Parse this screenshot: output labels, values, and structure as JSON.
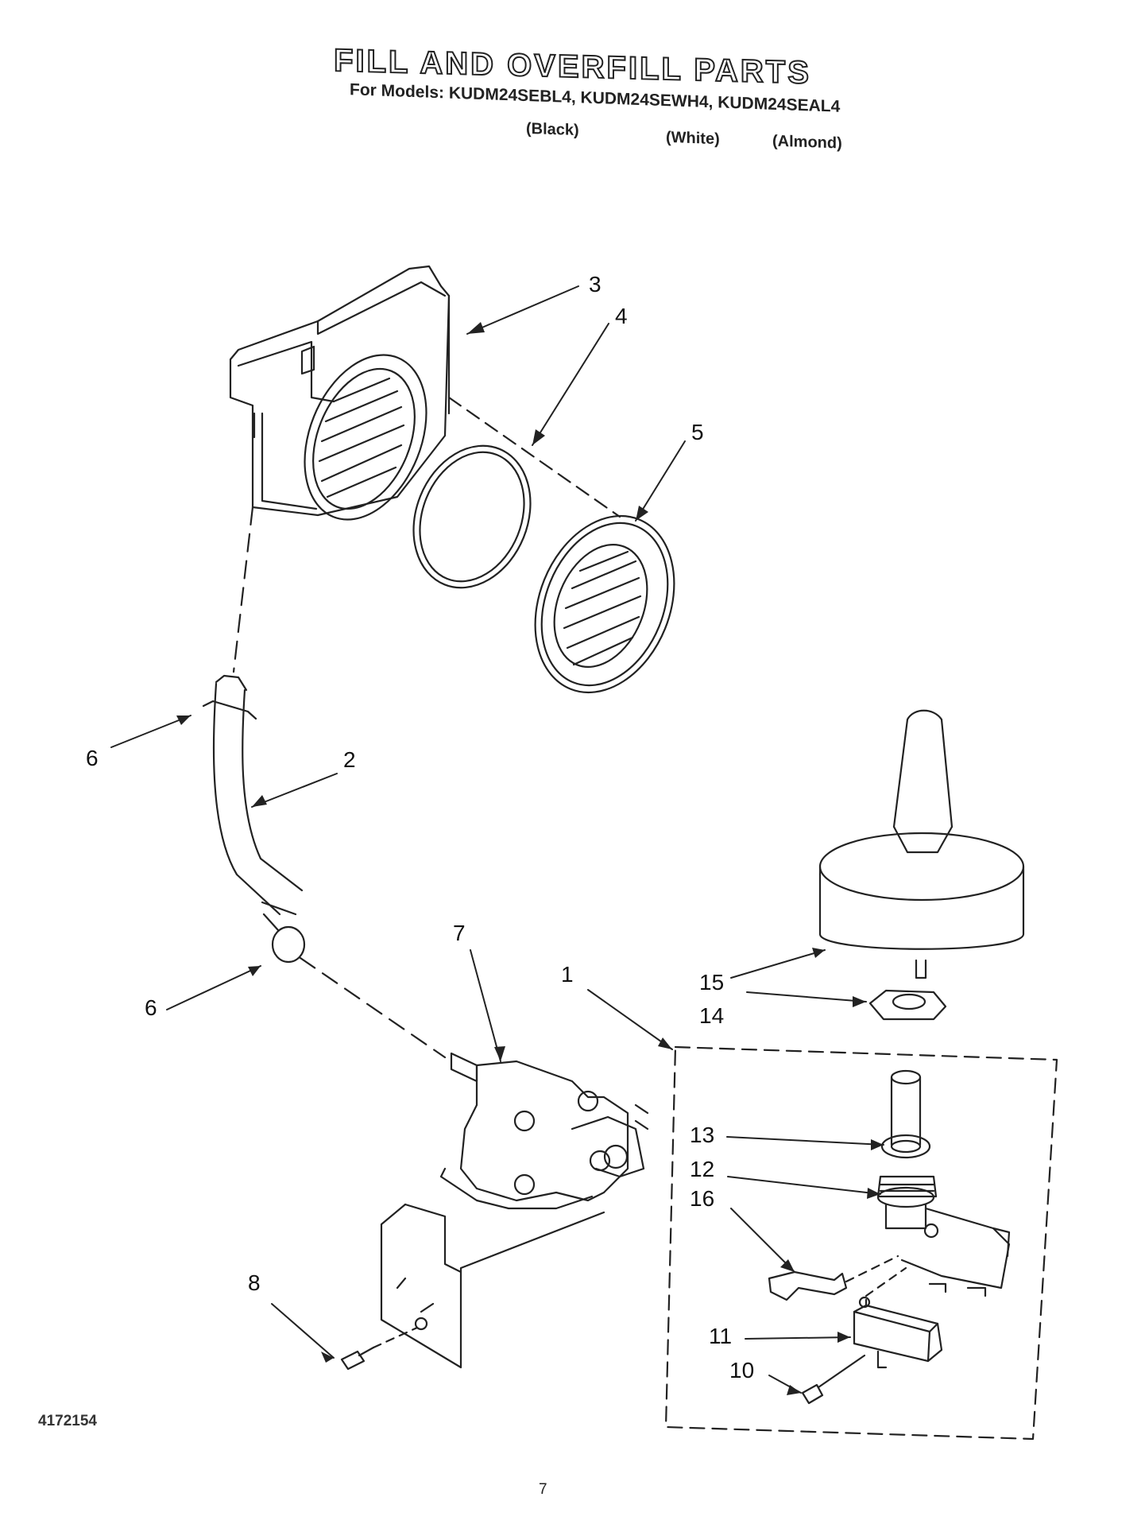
{
  "header": {
    "title": "FILL AND OVERFILL PARTS",
    "models_line": "For Models: KUDM24SEBL4, KUDM24SEWH4, KUDM24SEAL4",
    "colors": [
      "(Black)",
      "(White)",
      "(Almond)"
    ]
  },
  "callouts": [
    "1",
    "2",
    "3",
    "4",
    "5",
    "6",
    "6",
    "7",
    "8",
    "10",
    "11",
    "12",
    "13",
    "14",
    "15",
    "16"
  ],
  "footer": {
    "part_code": "4172154",
    "page_number": "7"
  }
}
